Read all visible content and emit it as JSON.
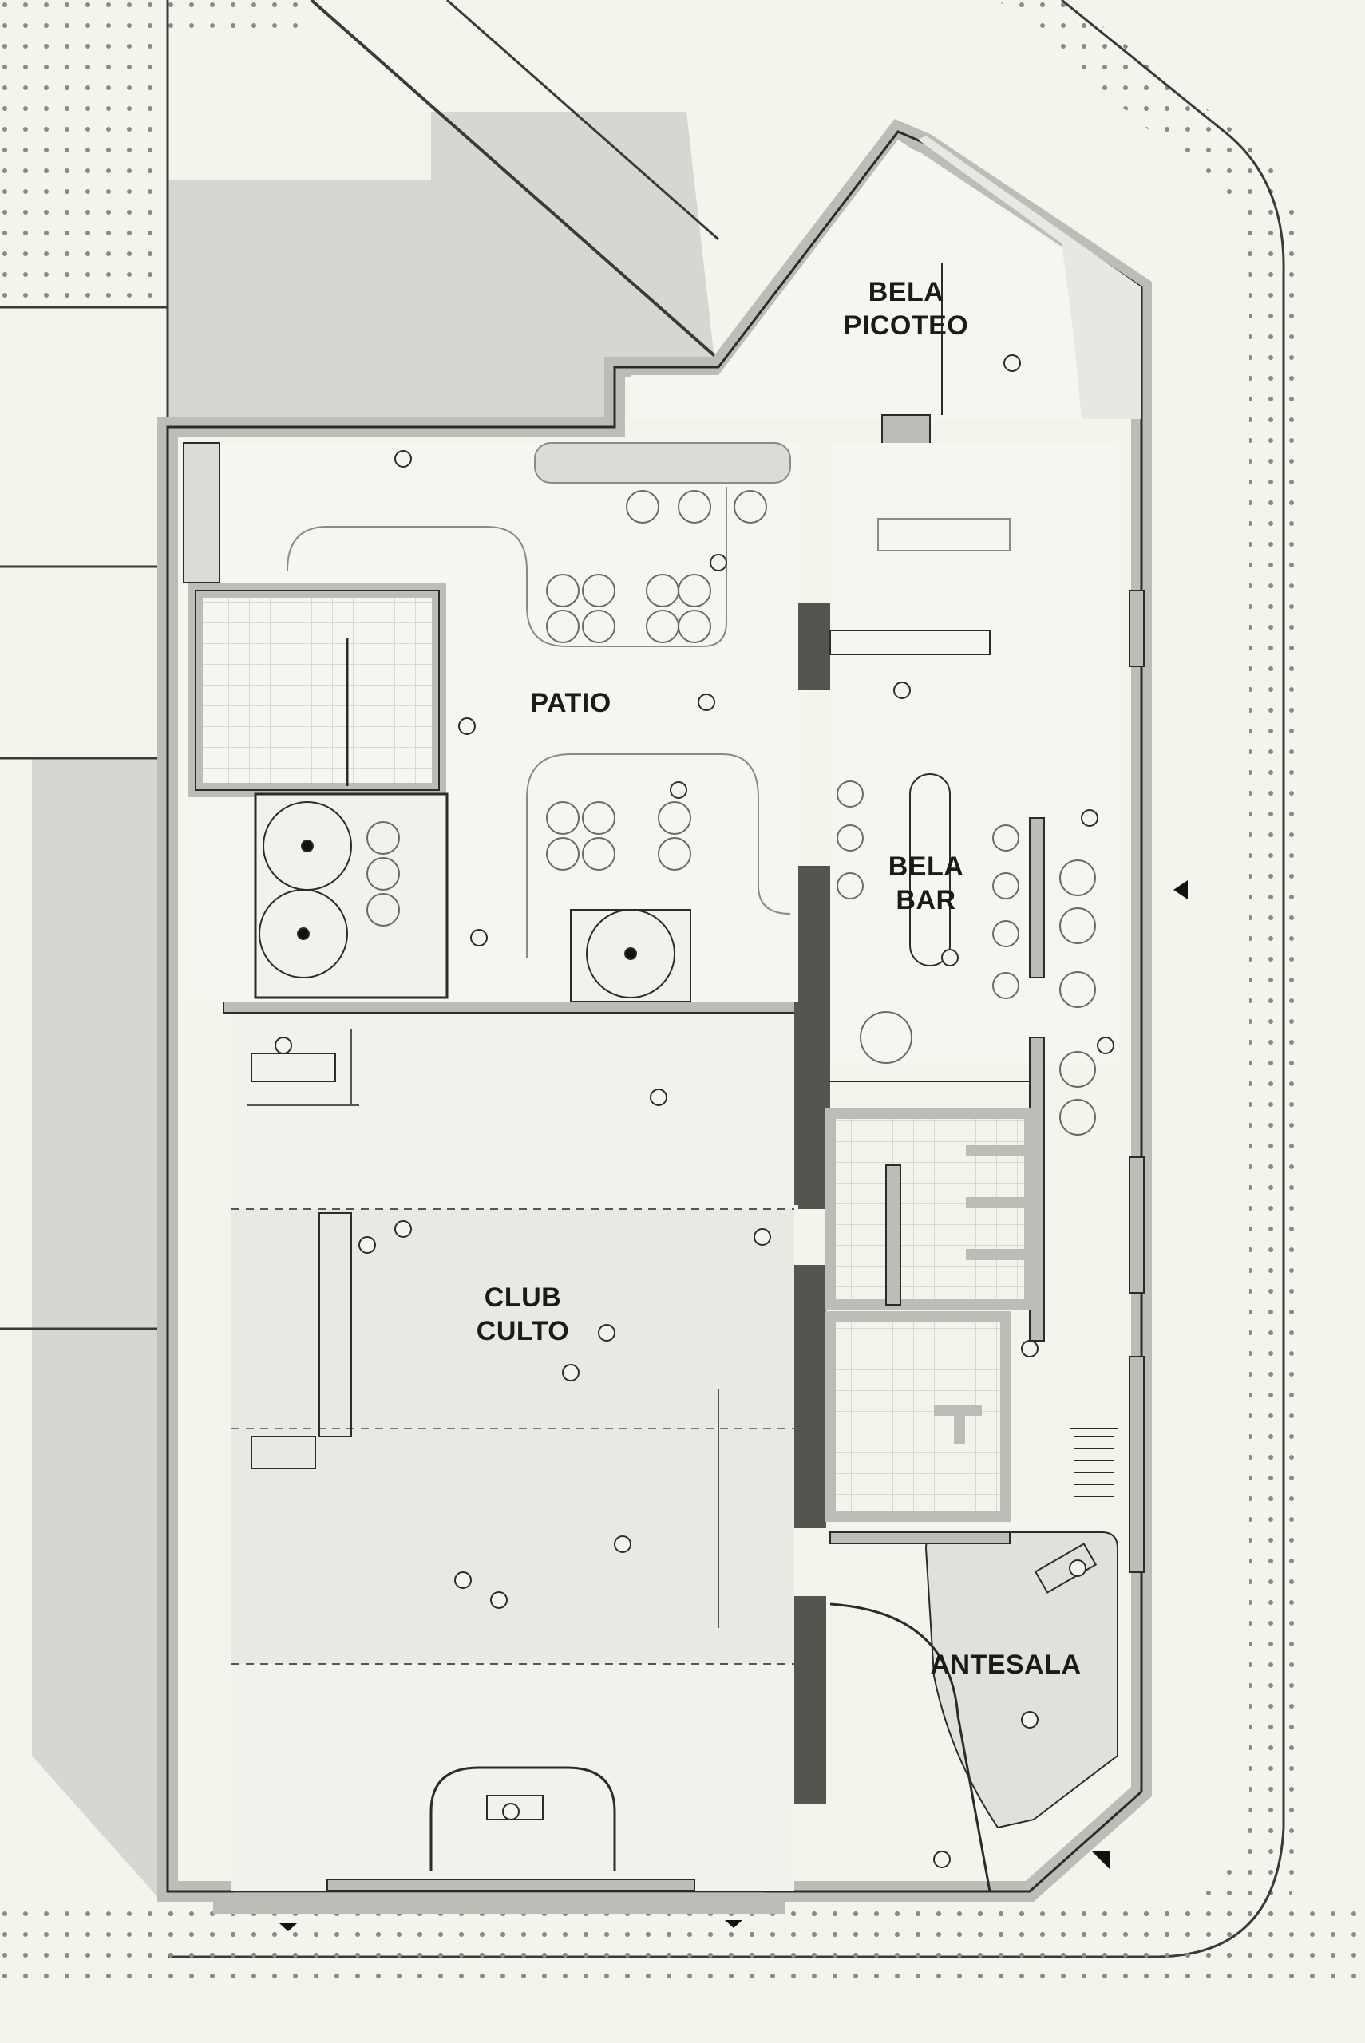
{
  "plan": {
    "rooms": [
      {
        "id": "bela-picoteo",
        "label": "BELA\nPICOTEO"
      },
      {
        "id": "patio",
        "label": "PATIO"
      },
      {
        "id": "bela-bar",
        "label": "BELA\nBAR"
      },
      {
        "id": "club-culto",
        "label": "CLUB\nCULTO"
      },
      {
        "id": "antesala",
        "label": "ANTESALA"
      }
    ],
    "colors": {
      "paper": "#f4f3ec",
      "sidewalk_dots": "#8a8a8a",
      "neighbour_block": "#d6d6d2",
      "wall": "#bdbdb8",
      "wall_dark": "#55554f",
      "floor_club": "#ebebe6",
      "line": "#2b2b2b"
    }
  }
}
